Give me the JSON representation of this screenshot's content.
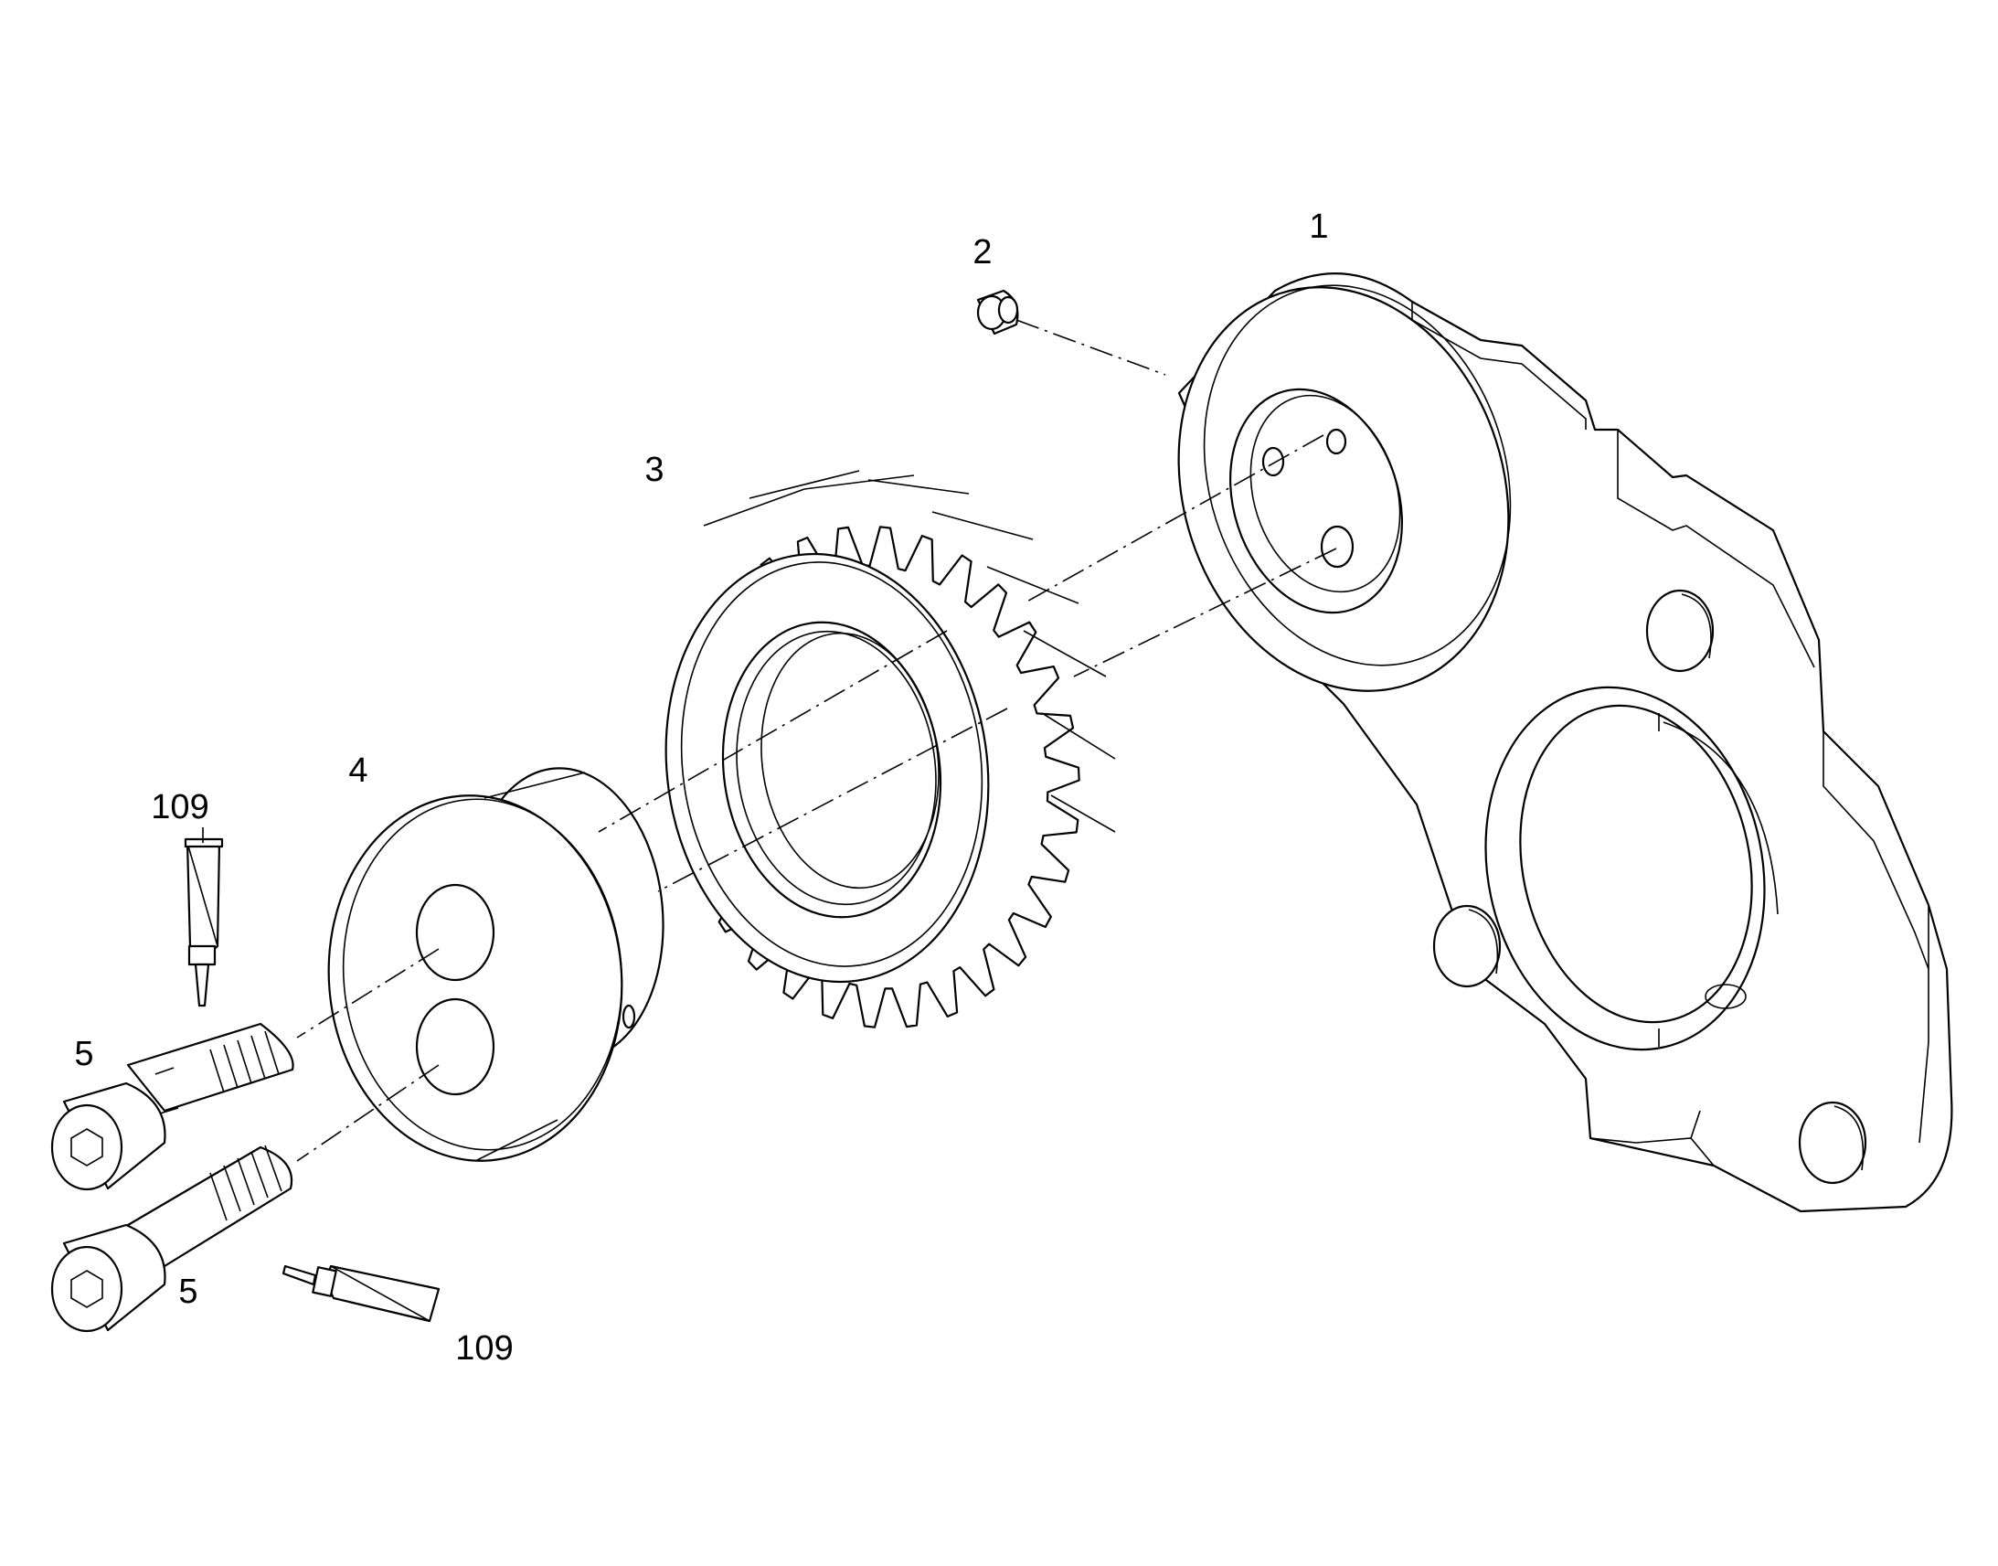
{
  "callouts": {
    "housing": "1",
    "dowel_pin": "2",
    "gear": "3",
    "hub": "4",
    "screw_upper": "5",
    "screw_lower": "5",
    "adhesive_upper": "109",
    "adhesive_lower": "109"
  }
}
